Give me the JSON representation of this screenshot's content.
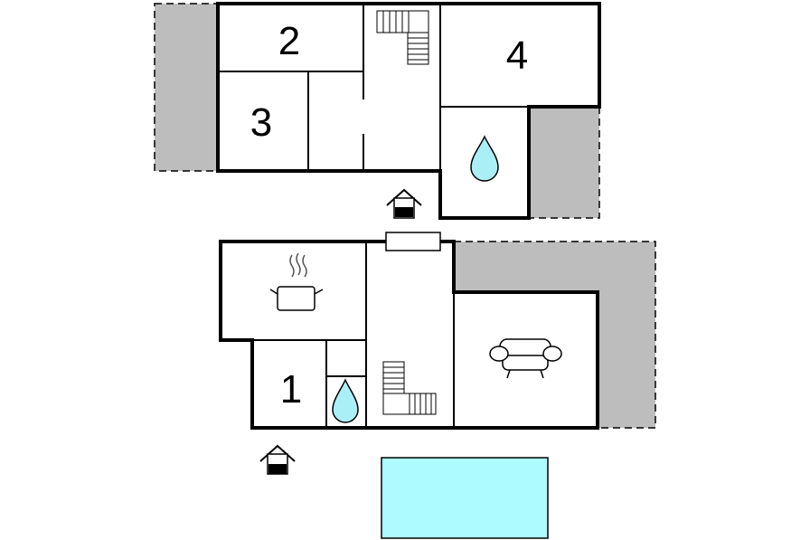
{
  "colors": {
    "wall": "#000000",
    "terrace": "#bdbdbd",
    "water": "#aaeef6",
    "pool": "#aefbff",
    "background": "#ffffff"
  },
  "upper_floor": {
    "rooms": [
      {
        "label": "2"
      },
      {
        "label": "3"
      },
      {
        "label": "4"
      }
    ],
    "icons": [
      "stairs-icon",
      "bathroom-water-drop-icon",
      "entrance-house-icon"
    ]
  },
  "ground_floor": {
    "rooms": [
      {
        "label": "1"
      }
    ],
    "icons": [
      "kitchen-pot-icon",
      "living-sofa-icon",
      "stairs-icon",
      "bathroom-water-drop-icon",
      "entrance-house-icon",
      "pool"
    ]
  }
}
